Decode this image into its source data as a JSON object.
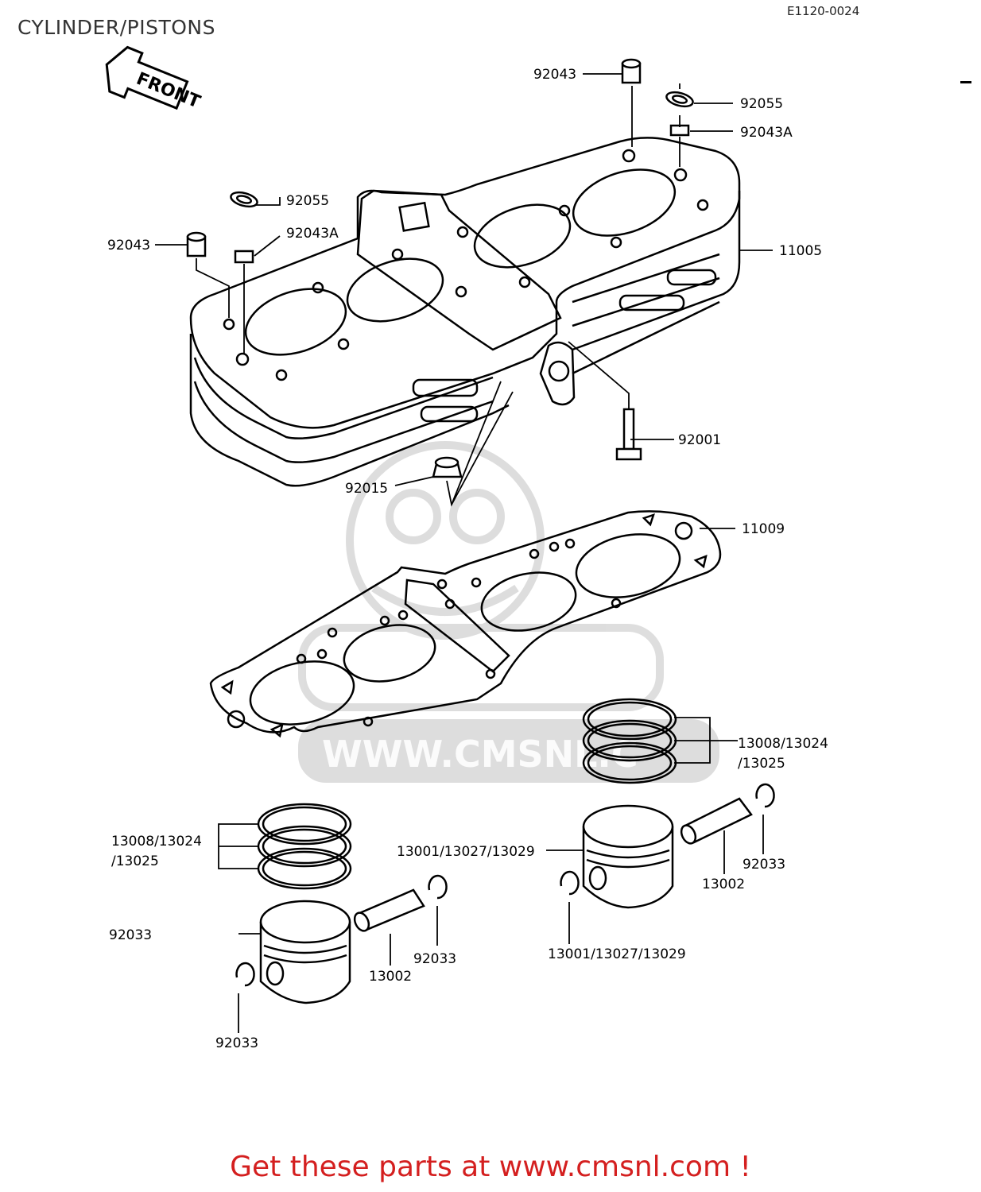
{
  "header": {
    "title": "CYLINDER/PISTONS",
    "drawing_code": "E1120-0024"
  },
  "arrow_label": "FRONT",
  "watermark": "WWW.CMSNL.C",
  "callouts": [
    {
      "id": "c1",
      "text": "92043"
    },
    {
      "id": "c2",
      "text": "92055"
    },
    {
      "id": "c3",
      "text": "92043A"
    },
    {
      "id": "c4",
      "text": "92055"
    },
    {
      "id": "c5",
      "text": "92043"
    },
    {
      "id": "c6",
      "text": "92043A"
    },
    {
      "id": "c7",
      "text": "11005"
    },
    {
      "id": "c8",
      "text": "92001"
    },
    {
      "id": "c9",
      "text": "92015"
    },
    {
      "id": "c10",
      "text": "11009"
    },
    {
      "id": "c11a",
      "text": "13008/13024"
    },
    {
      "id": "c11b",
      "text": "/13025"
    },
    {
      "id": "c12a",
      "text": "13008/13024"
    },
    {
      "id": "c12b",
      "text": "/13025"
    },
    {
      "id": "c13",
      "text": "13001/13027/13029"
    },
    {
      "id": "c14",
      "text": "92033"
    },
    {
      "id": "c15",
      "text": "13002"
    },
    {
      "id": "c16",
      "text": "92033"
    },
    {
      "id": "c17",
      "text": "13001/13027/13029"
    },
    {
      "id": "c18",
      "text": "92033"
    },
    {
      "id": "c19",
      "text": "13002"
    },
    {
      "id": "c20",
      "text": "92033"
    }
  ],
  "footer": {
    "text": "Get these parts at www.cmsnl.com !",
    "color": "#d41f1f"
  }
}
